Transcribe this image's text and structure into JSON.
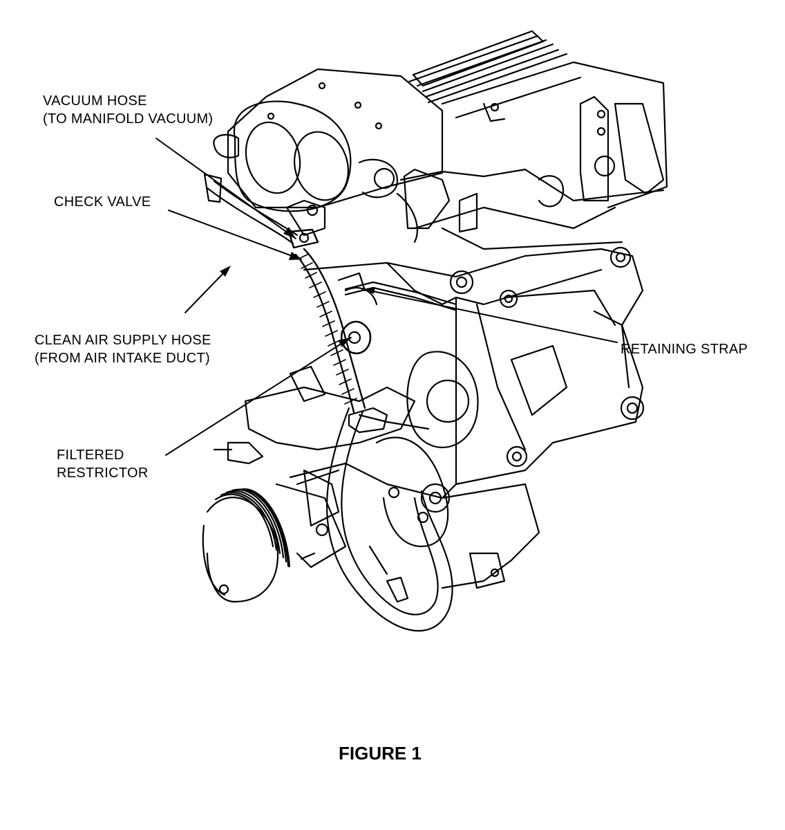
{
  "labels": {
    "vacuum_hose": [
      "VACUUM HOSE",
      "(TO MANIFOLD VACUUM)"
    ],
    "check_valve": "CHECK VALVE",
    "clean_air_hose": [
      "CLEAN AIR SUPPLY HOSE",
      "(FROM AIR INTAKE DUCT)"
    ],
    "filtered_restrictor": [
      "FILTERED",
      "RESTRICTOR"
    ],
    "retaining_strap": "RETAINING STRAP"
  },
  "caption": "FIGURE 1",
  "colors": {
    "ink": "#000000",
    "paper": "#ffffff"
  }
}
